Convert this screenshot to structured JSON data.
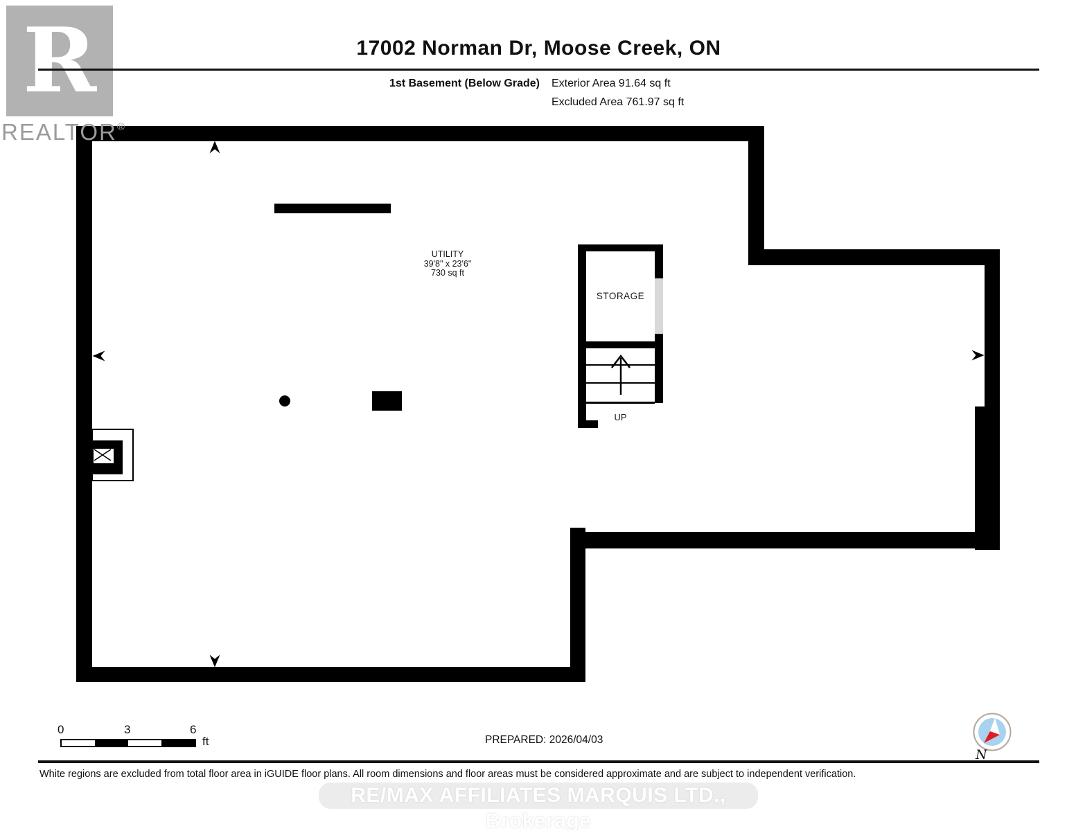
{
  "header": {
    "title": "17002 Norman Dr, Moose Creek, ON",
    "floor_label": "1st Basement (Below Grade)",
    "exterior_area": "Exterior Area 91.64 sq ft",
    "excluded_area": "Excluded Area 761.97 sq ft"
  },
  "logo": {
    "letter": "R",
    "name": "REALTOR",
    "registered": "®"
  },
  "plan": {
    "rooms": {
      "utility": {
        "name": "UTILITY",
        "dimensions": "39'8\" x 23'6\"",
        "area": "730 sq ft"
      },
      "storage": {
        "name": "STORAGE"
      },
      "stairs": {
        "label": "UP"
      }
    }
  },
  "scale_bar": {
    "tick_0": "0",
    "tick_3": "3",
    "tick_6": "6",
    "unit": "ft"
  },
  "prepared": {
    "label": "PREPARED: 2026/04/03"
  },
  "compass": {
    "north_label": "N"
  },
  "footer": {
    "disclaimer": "White regions are excluded from total floor area in iGUIDE floor plans. All room dimensions and floor areas must be considered approximate and are subject to independent verification.",
    "watermark": "RE/MAX AFFILIATES MARQUIS LTD., Brokerage"
  },
  "colors": {
    "wall": "#000000",
    "door_opening": "#d9d9d9",
    "logo_square_gray": "#b2b2b2",
    "logo_text_gray": "#9b9b9b",
    "compass_blue": "#a9d2ee",
    "compass_red": "#e01b22",
    "watermark_band": "#ececec"
  }
}
